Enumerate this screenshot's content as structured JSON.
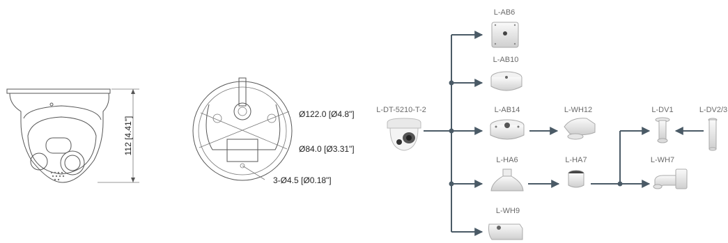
{
  "colors": {
    "flow_line": "#4a5a66",
    "label_text": "#6a6a6a",
    "dimension_text": "#222222",
    "drawing_line": "#555555"
  },
  "dimensions": {
    "height": "112 [4.41\"]",
    "outer_diameter": "Ø122.0 [Ø4.8\"]",
    "inner_diameter": "Ø84.0 [Ø3.31\"]",
    "holes": "3-Ø4.5 [Ø0.18\"]"
  },
  "camera_model": "L-DT-5210-T-2",
  "accessories": {
    "ab6": "L-AB6",
    "ab10": "L-AB10",
    "ab14": "L-AB14",
    "wh12": "L-WH12",
    "ha6": "L-HA6",
    "ha7": "L-HA7",
    "wh9": "L-WH9",
    "dv1": "L-DV1",
    "dv23": "L-DV2/3",
    "wh7": "L-WH7"
  }
}
